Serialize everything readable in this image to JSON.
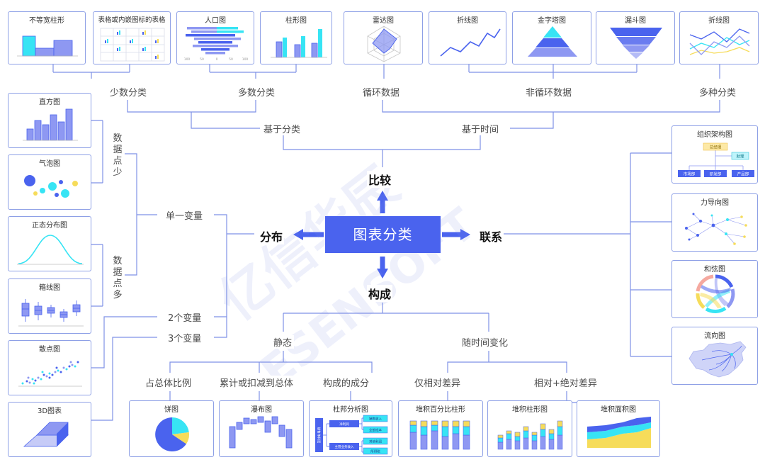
{
  "center": "图表分类",
  "watermark": {
    "cn": "亿信华辰",
    "en": "ESENSOFT"
  },
  "categories": {
    "compare": "比较",
    "distribution": "分布",
    "relation": "联系",
    "composition": "构成"
  },
  "compare": {
    "by_category": "基于分类",
    "by_time": "基于时间",
    "few": "少数分类",
    "many": "多数分类",
    "cyclic": "循环数据",
    "noncyclic": "非循环数据",
    "multi": "多种分类"
  },
  "distribution": {
    "single": "单一变量",
    "two": "2个变量",
    "three": "3个变量",
    "few_points": [
      "数",
      "据",
      "点",
      "少"
    ],
    "many_points": [
      "数",
      "据",
      "点",
      "多"
    ]
  },
  "composition": {
    "static": "静态",
    "over_time": "随时间变化",
    "share": "占总体比例",
    "cumulative": "累计或扣减到总体",
    "components": "构成的成分",
    "relative_only": "仅相对差异",
    "relative_absolute": "相对+绝对差异"
  },
  "cards": {
    "uneven_bar": "不等宽柱形",
    "table_icons": "表格或内嵌图标的表格",
    "population": "人口图",
    "bar": "柱形图",
    "radar": "雷达图",
    "line1": "折线图",
    "pyramid": "金字塔图",
    "funnel": "漏斗图",
    "line2": "折线图",
    "histogram": "直方图",
    "bubble": "气泡图",
    "normal": "正态分布图",
    "boxplot": "箱线图",
    "scatter": "散点图",
    "chart3d": "3D图表",
    "org": "组织架构图",
    "force": "力导向图",
    "chord": "和弦图",
    "flow": "流向图",
    "pie": "饼图",
    "waterfall": "瀑布图",
    "dupont": "杜邦分析图",
    "stack_pct": "堆积百分比柱形",
    "stack_bar": "堆积柱形图",
    "stack_area": "堆积面积图"
  },
  "org_chart": {
    "top": "总经理",
    "assistant": "助理",
    "depts": [
      "市场部",
      "研发部",
      "产品部"
    ]
  },
  "population_ticks": [
    "100",
    "50",
    "0",
    "50",
    "100"
  ],
  "dupont_chart": {
    "root": "销售净利润",
    "level2": [
      "净利润",
      "主营业务收入"
    ],
    "level3": [
      "销售收入",
      "全部成本",
      "其他利润",
      "所得税"
    ]
  },
  "colors": {
    "accent": "#4a63ee",
    "line": "#8ea0e6",
    "cyan": "#37e4f4",
    "yellow": "#f6dc5a",
    "violet": "#8e98f2"
  }
}
